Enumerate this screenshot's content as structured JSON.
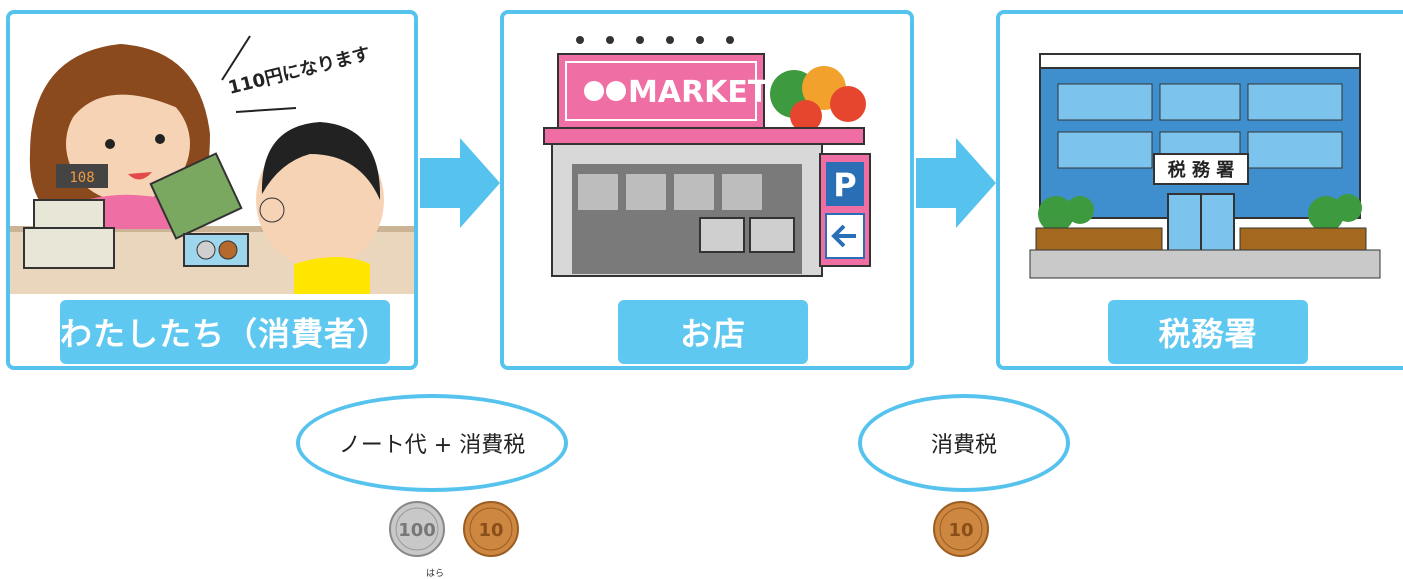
{
  "panels": [
    {
      "label": "わたしたち（消費者）",
      "speech": "110円になります",
      "register_display": "108"
    },
    {
      "label": "お店",
      "sign": "MARKET",
      "parking_sign": "P"
    },
    {
      "label": "税務署",
      "building_sign": "税 務 署"
    }
  ],
  "flows": [
    {
      "text": "ノート代 + 消費税",
      "coins": [
        "100",
        "10"
      ]
    },
    {
      "text": "消費税",
      "coins": [
        "10"
      ]
    }
  ],
  "ruby_text": "はら",
  "colors": {
    "accent": "#55c3ee",
    "label_bg": "#5fc8f0",
    "store_pink": "#ef6fa4"
  }
}
